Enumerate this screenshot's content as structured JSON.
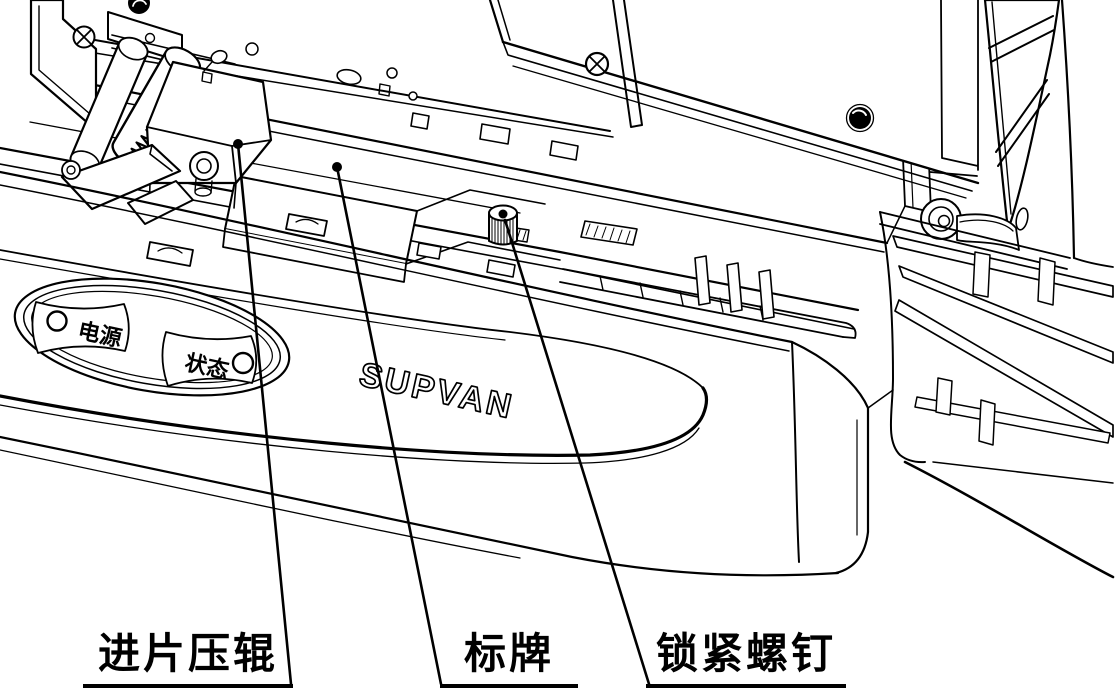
{
  "diagram": {
    "brand_text": "SUPVAN",
    "control_panel": {
      "power_label": "电源",
      "status_label": "状态"
    },
    "callouts": [
      {
        "id": "feed-pressure-roller",
        "label": "进片压辊"
      },
      {
        "id": "name-plate",
        "label": "标牌"
      },
      {
        "id": "locking-screw",
        "label": "锁紧螺钉"
      }
    ],
    "colors": {
      "line": "#000000",
      "background": "#ffffff"
    }
  }
}
